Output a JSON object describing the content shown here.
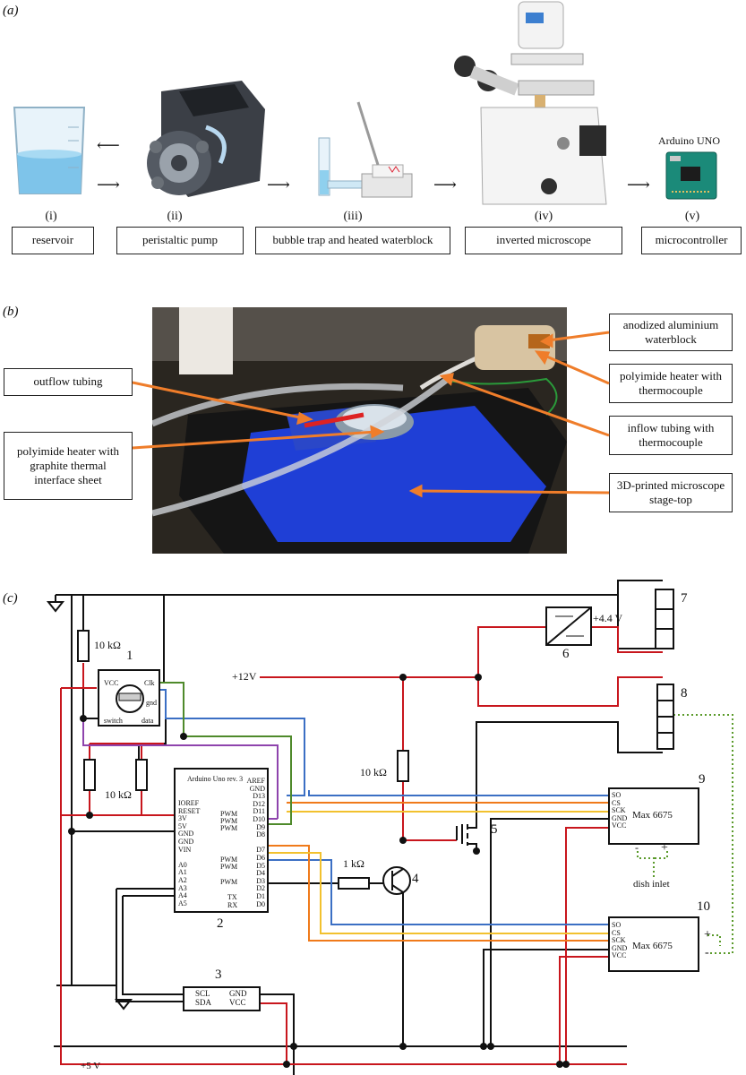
{
  "panels": {
    "a": "(a)",
    "b": "(b)",
    "c": "(c)"
  },
  "panel_a": {
    "items": [
      {
        "num": "(i)",
        "label": "reservoir"
      },
      {
        "num": "(ii)",
        "label": "peristaltic pump"
      },
      {
        "num": "(iii)",
        "label": "bubble trap and heated waterblock"
      },
      {
        "num": "(iv)",
        "label": "inverted microscope"
      },
      {
        "num": "(v)",
        "label": "microcontroller"
      }
    ],
    "arduino_caption": "Arduino UNO"
  },
  "panel_b": {
    "callouts": {
      "waterblock": "anodized aluminium waterblock",
      "outflow": "outflow tubing",
      "heater_top": "polyimide heater with thermocouple",
      "inflow": "inflow tubing with thermocouple",
      "heater_graphite": "polyimide heater with graphite thermal interface sheet",
      "stage": "3D-printed microscope stage-top"
    }
  },
  "panel_c": {
    "resistor_10k": "10 kΩ",
    "resistor_1k": "1 kΩ",
    "v12": "+12V",
    "v44": "+4.4 V",
    "v5": "+5 V",
    "dish_inlet": "dish inlet",
    "n1": "1",
    "n2": "2",
    "n3": "3",
    "n4": "4",
    "n5": "5",
    "n6": "6",
    "n7": "7",
    "n8": "8",
    "n9": "9",
    "n10": "10",
    "encoder": {
      "vcc": "VCC",
      "clk": "Clk",
      "gnd": "gnd",
      "switch": "switch",
      "data": "data"
    },
    "arduino_title": "Arduino Uno rev. 3",
    "arduino_left_pins": [
      "IOREF",
      "RESET",
      "3V",
      "5V",
      "GND",
      "GND",
      "VIN",
      "",
      "A0",
      "A1",
      "A2",
      "A3",
      "A4",
      "A5"
    ],
    "arduino_right_pins": [
      "AREF",
      "GND",
      "D13",
      "D12",
      "D11",
      "D10",
      "D9",
      "D8",
      "",
      "D7",
      "D6",
      "D5",
      "D4",
      "D3",
      "D2",
      "D1",
      "D0"
    ],
    "pwm": "PWM",
    "tx": "TX",
    "rx": "RX",
    "display": {
      "scl": "SCL",
      "sda": "SDA",
      "gnd": "GND",
      "vcc": "VCC"
    },
    "max": {
      "title": "Max 6675",
      "pins": [
        "SO",
        "CS",
        "SCK",
        "GND",
        "VCC"
      ]
    },
    "plus": "+",
    "minus": "-"
  },
  "colors": {
    "red": "#c8161d",
    "black": "#111111",
    "blue": "#3b6fc4",
    "orange": "#f07a1a",
    "yellow": "#f2c12e",
    "purple": "#8e44ad",
    "green": "#4f8a2b",
    "photo_blue": "#1f3fd6"
  }
}
